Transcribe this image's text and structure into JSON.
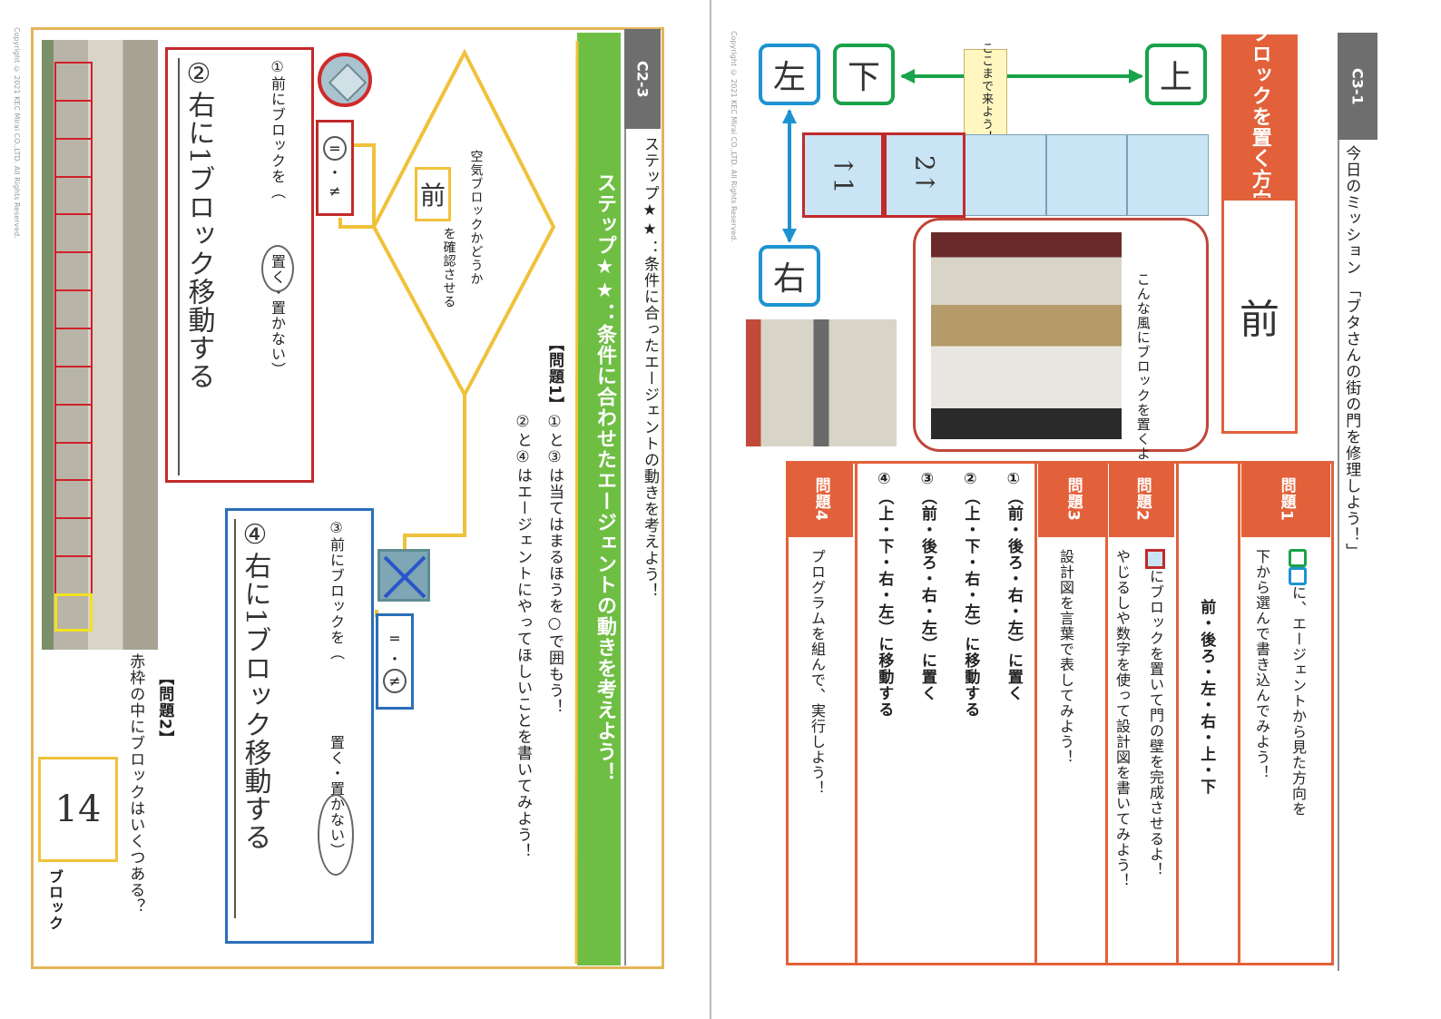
{
  "left": {
    "code": "C2-3",
    "copyright": "Copyright © 2021 KEC Mirai CO.,LTD. All Rights Reserved.",
    "subtitle": "ステップ★★：条件に合ったエージェントの動きを考えよう！",
    "green_title": "ステップ★★：条件に合わせたエージェントの動きを考えよう！",
    "q1": {
      "head": "【問題1】",
      "text1": "①と③は当てはまるほうを○で囲もう！",
      "text2": "②と④はエージェントにやってほしいことを書いてみよう！"
    },
    "diamond": {
      "line1": "空気ブロックかどうか",
      "answer": "前",
      "line2": "を確認させる"
    },
    "eq_true": {
      "a": "=",
      "b": "≠"
    },
    "eq_false": {
      "a": "=",
      "b": "≠"
    },
    "item1": {
      "text": "①前にブロックを（",
      "opt1": "置く",
      "sep": "・",
      "opt2": "置かない",
      "close": "）"
    },
    "item2": {
      "label": "②",
      "answer": "右に1ブロック移動する"
    },
    "item3": {
      "text": "③前にブロックを（",
      "opt1": "置く",
      "sep": "・",
      "opt2": "置かない",
      "close": "）"
    },
    "item4": {
      "label": "④",
      "answer": "右に1ブロック移動する"
    },
    "q2": {
      "head": "【問題2】",
      "text": "赤枠の中にブロックはいくつある？",
      "answer": "14",
      "unit": "ブロック"
    }
  },
  "right": {
    "code": "C3-1",
    "copyright": "Copyright © 2021 KEC Mirai CO.,LTD. All Rights Reserved.",
    "mission": "今日のミッション 「ブタさんの街の門を修理しよう！」",
    "direction_head": "ブロックを置く方向",
    "direction_answer": "前",
    "dir_up": "上",
    "dir_down": "下",
    "dir_left": "左",
    "dir_right": "右",
    "bubble": "ここまで来よう！",
    "cell_a": "2↑",
    "cell_b": "↑1",
    "callout": "こんな風にブロックを置くよ！",
    "q1": {
      "head": "問題1",
      "text1": "に、エージェントから見た方向を",
      "text2": "下から選んで書き込んでみよう！",
      "options": "前・後ろ・左・右・上・下"
    },
    "q2": {
      "head": "問題2",
      "text1": "にブロックを置いて門の壁を完成させるよ！",
      "text2": "やじるしや数字を使って設計図を書いてみよう！"
    },
    "q3": {
      "head": "問題3",
      "text": "設計図を言葉で表してみよう！",
      "rows": [
        "①（前・後ろ・右・左）に置く",
        "②（上・下・右・左）に移動する",
        "③（前・後ろ・右・左）に置く",
        "④（上・下・右・左）に移動する"
      ]
    },
    "q4": {
      "head": "問題4",
      "text": "プログラムを組んで、実行しよう！"
    }
  },
  "colors": {
    "orange": "#e2613a",
    "green": "#6fbe44",
    "red": "#c22a2a",
    "blue": "#2a6fb8",
    "yellow": "#f0c13a"
  }
}
